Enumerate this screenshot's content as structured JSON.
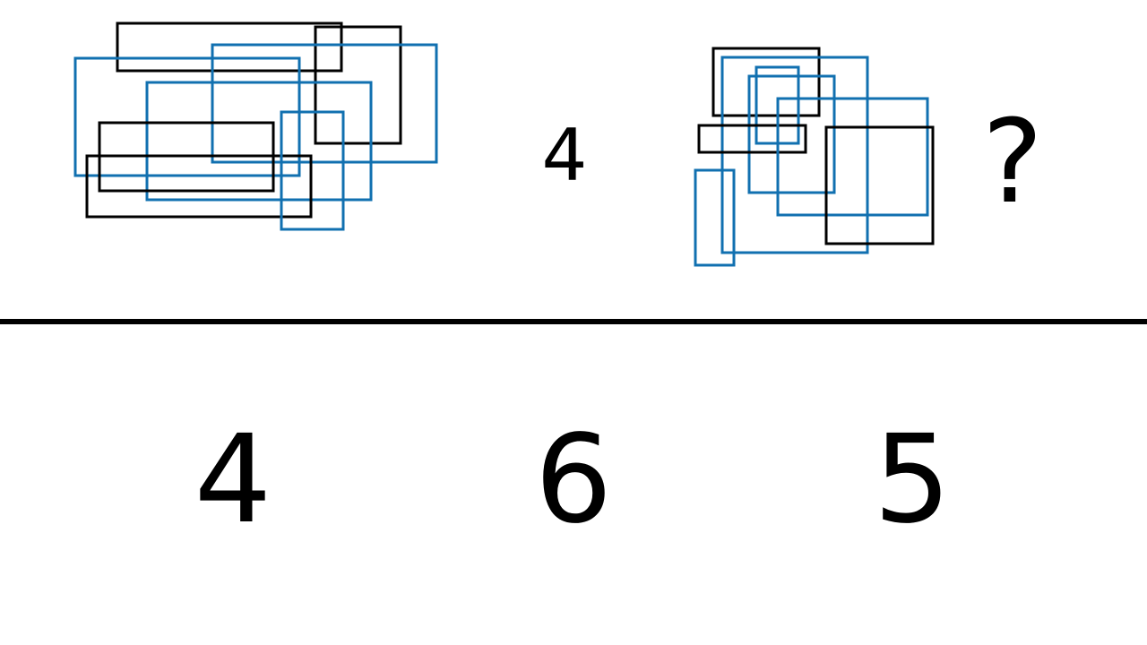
{
  "colors": {
    "black_rect": "#000000",
    "blue_rect": "#1170B0",
    "background": "#FFFFFF",
    "divider": "#000000"
  },
  "puzzle": {
    "example_answer": "4",
    "question_mark": "?"
  },
  "options": [
    {
      "label": "4"
    },
    {
      "label": "6"
    },
    {
      "label": "5"
    }
  ]
}
